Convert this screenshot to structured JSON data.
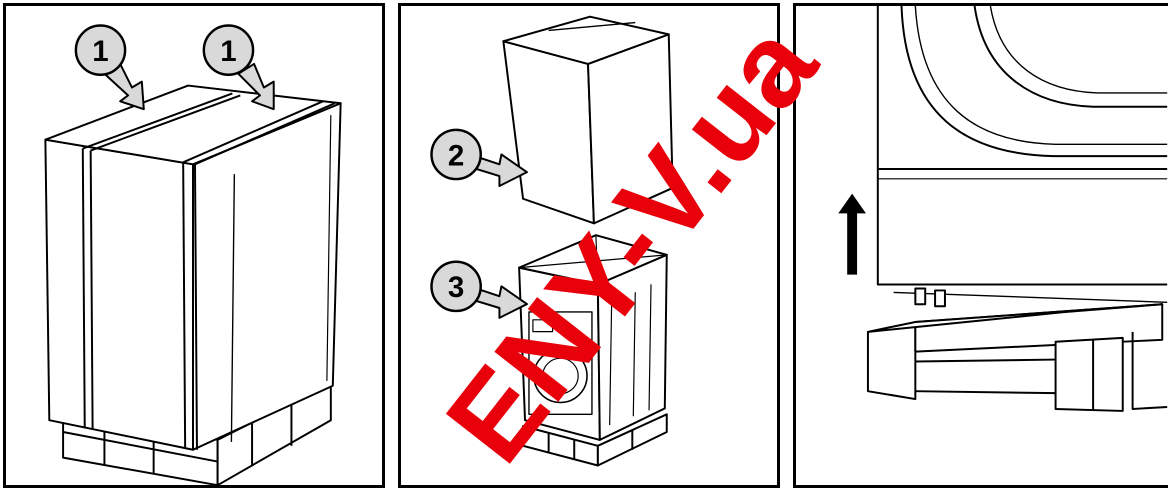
{
  "panels": [
    {
      "callouts": [
        {
          "label": "1",
          "points_to": "top strapping band left"
        },
        {
          "label": "1",
          "points_to": "top strapping band right"
        }
      ]
    },
    {
      "callouts": [
        {
          "label": "2",
          "points_to": "cardboard cover"
        },
        {
          "label": "3",
          "points_to": "plastic wrapping"
        }
      ]
    },
    {
      "callouts": [],
      "arrow": "up-arrow"
    }
  ],
  "watermark": {
    "text": "ENY-V.ua",
    "color": "#e8000b"
  },
  "colors": {
    "line": "#000000",
    "background": "#ffffff",
    "callout_fill": "#d9d9d9"
  }
}
